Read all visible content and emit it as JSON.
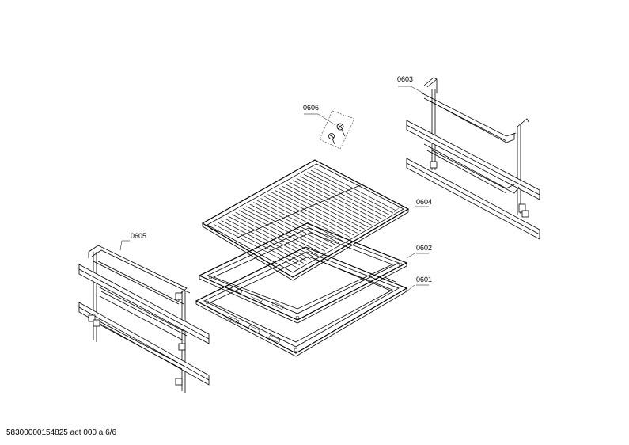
{
  "parts": [
    {
      "id": "p0601",
      "label": "0601"
    },
    {
      "id": "p0602",
      "label": "0602"
    },
    {
      "id": "p0603",
      "label": "0603"
    },
    {
      "id": "p0604",
      "label": "0604"
    },
    {
      "id": "p0605",
      "label": "0605"
    },
    {
      "id": "p0606",
      "label": "0606"
    }
  ],
  "footer": {
    "text": "58300000154825 aet 000 a 6/6"
  }
}
